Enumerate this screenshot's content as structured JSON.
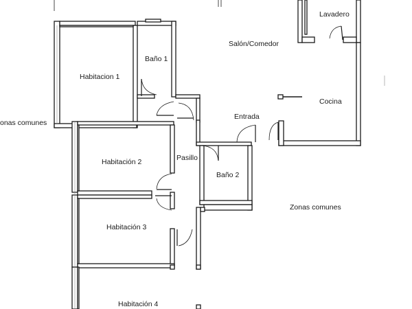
{
  "rooms": {
    "lavadero": "Lavadero",
    "salon_comedor": "Salón/Comedor",
    "bano_1": "Baño 1",
    "habitacion_1": "Habitacion 1",
    "cocina": "Cocina",
    "zonas_comunes_left": "onas comunes",
    "entrada": "Entrada",
    "habitacion_2": "Habitación 2",
    "pasillo": "Pasillo",
    "bano_2": "Baño 2",
    "zonas_comunes_right": "Zonas comunes",
    "habitacion_3": "Habitación 3",
    "habitacion_4": "Habitación 4"
  }
}
